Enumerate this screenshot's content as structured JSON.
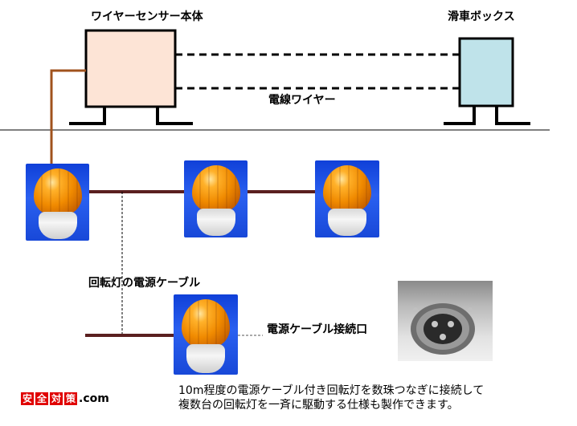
{
  "labels": {
    "sensor_body": "ワイヤーセンサー本体",
    "pulley_box": "滑車ボックス",
    "electric_wire": "電線ワイヤー",
    "lamp_power_cable": "回転灯の電源ケーブル",
    "cable_connector": "電源ケーブル接続口"
  },
  "description": {
    "line1": "10m程度の電源ケーブル付き回転灯を数珠つなぎに接続して",
    "line2": "複数台の回転灯を一斉に駆動する仕様も製作できます。"
  },
  "logo": {
    "chars": [
      "安",
      "全",
      "対",
      "策"
    ],
    "suffix": ".com"
  },
  "colors": {
    "sensor_fill": "#fde4d6",
    "pulley_fill": "#bfe3ea",
    "brown_cable": "#a0521c",
    "dark_cable": "#5a1f1f",
    "logo_red": "#e00000"
  }
}
